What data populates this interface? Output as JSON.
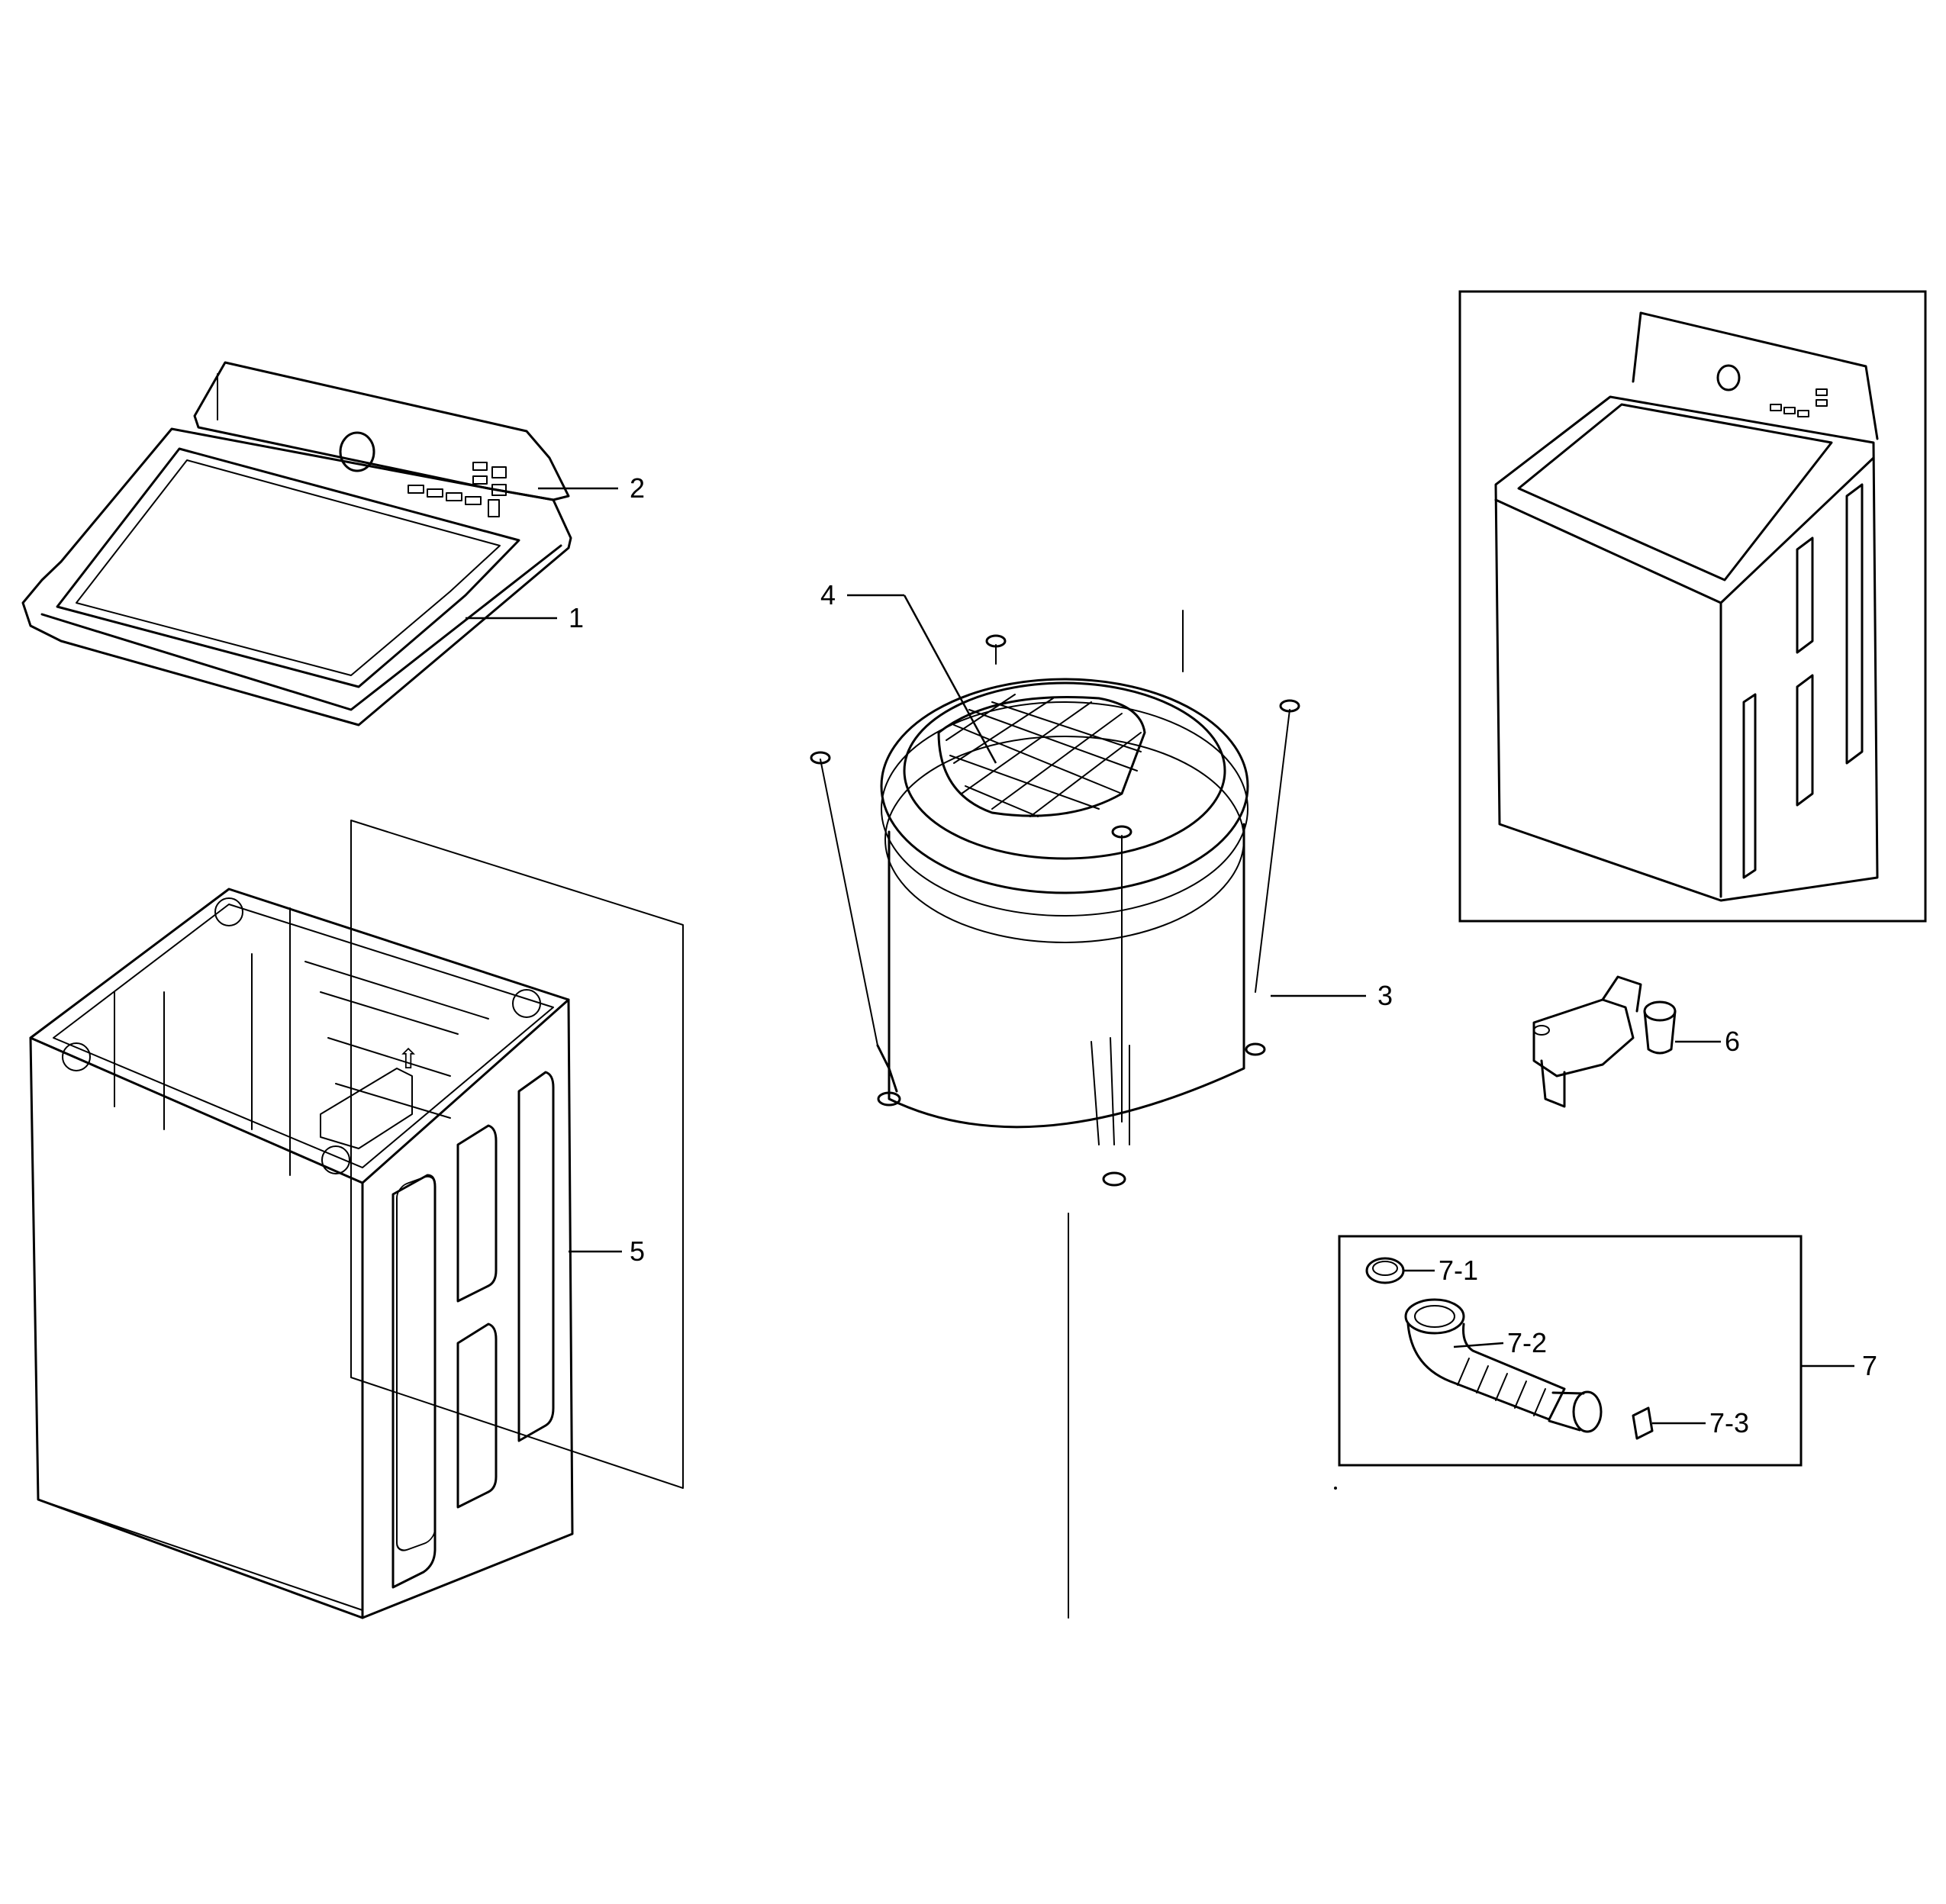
{
  "callouts": {
    "c1": "1",
    "c2": "2",
    "c3": "3",
    "c4": "4",
    "c5": "5",
    "c6": "6",
    "c7": "7",
    "c7_1": "7-1",
    "c7_2": "7-2",
    "c7_3": "7-3"
  },
  "control_panel_arrow": "⇧",
  "colors": {
    "ink": "#000000",
    "paper": "#ffffff"
  }
}
